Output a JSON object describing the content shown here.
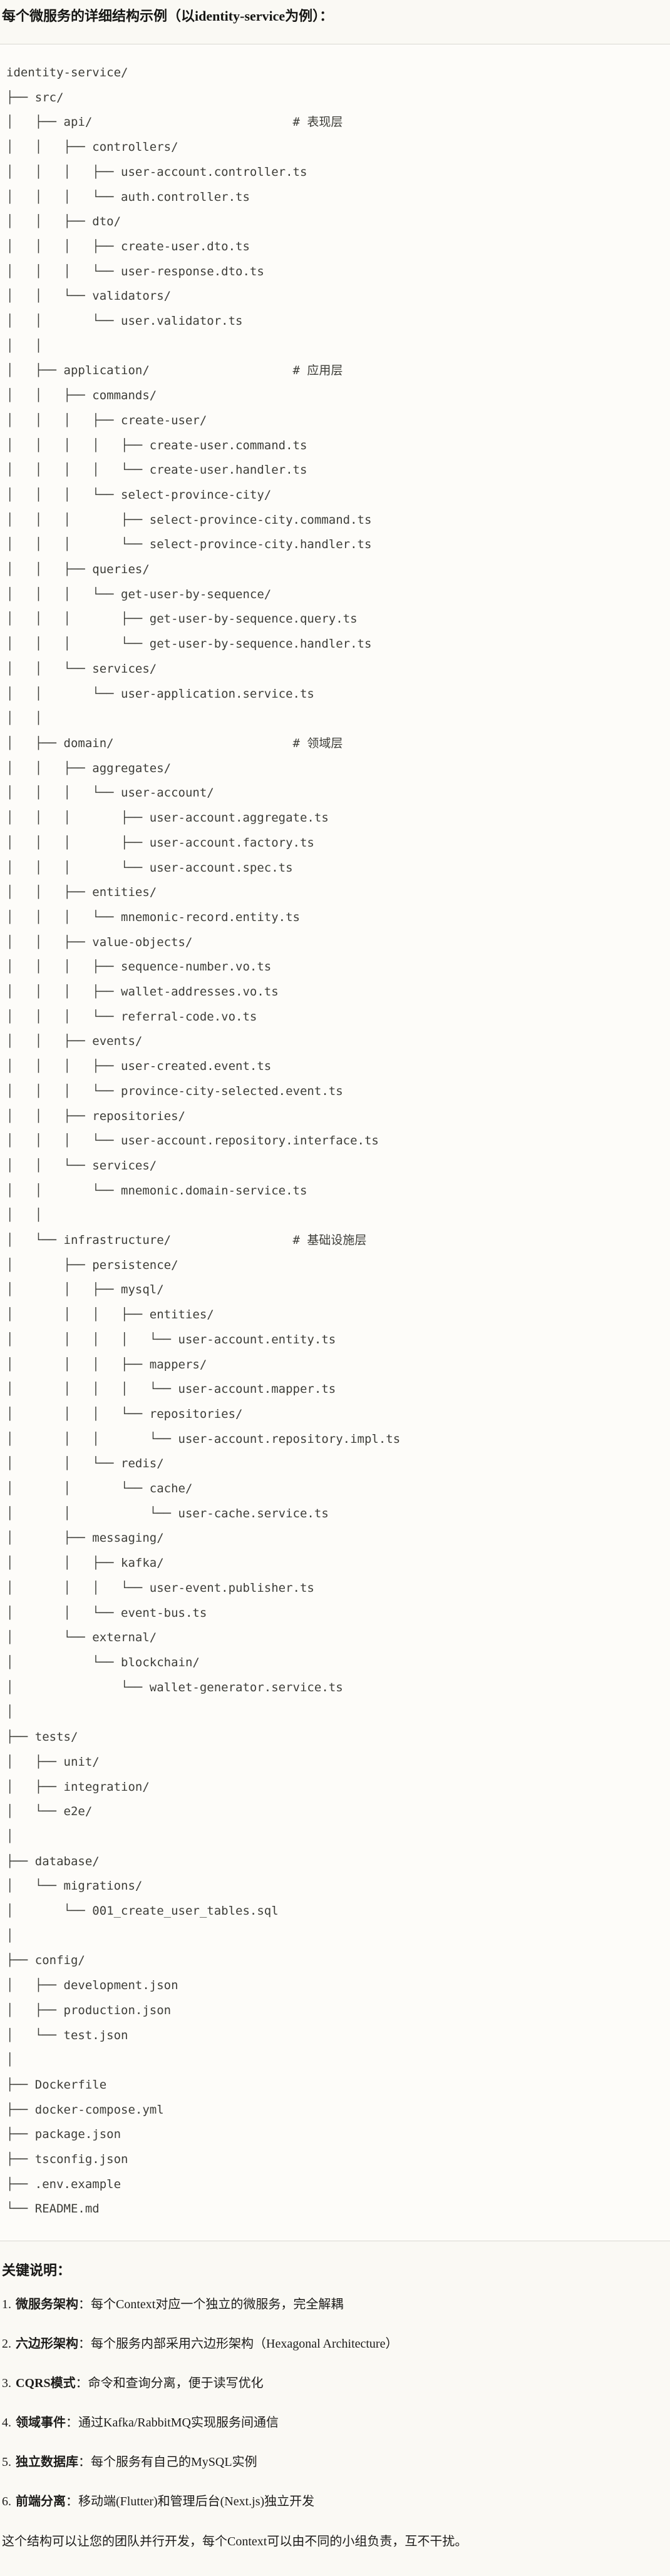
{
  "page": {
    "title": "每个微服务的详细结构示例（以identity-service为例）：",
    "notes_heading": "关键说明：",
    "closing": "这个结构可以让您的团队并行开发，每个Context可以由不同的小组负责，互不干扰。"
  },
  "tree": {
    "language": "plaintext",
    "lines": [
      "identity-service/",
      "├── src/",
      "│   ├── api/                            # 表现层",
      "│   │   ├── controllers/",
      "│   │   │   ├── user-account.controller.ts",
      "│   │   │   └── auth.controller.ts",
      "│   │   ├── dto/",
      "│   │   │   ├── create-user.dto.ts",
      "│   │   │   └── user-response.dto.ts",
      "│   │   └── validators/",
      "│   │       └── user.validator.ts",
      "│   │",
      "│   ├── application/                    # 应用层",
      "│   │   ├── commands/",
      "│   │   │   ├── create-user/",
      "│   │   │   │   ├── create-user.command.ts",
      "│   │   │   │   └── create-user.handler.ts",
      "│   │   │   └── select-province-city/",
      "│   │   │       ├── select-province-city.command.ts",
      "│   │   │       └── select-province-city.handler.ts",
      "│   │   ├── queries/",
      "│   │   │   └── get-user-by-sequence/",
      "│   │   │       ├── get-user-by-sequence.query.ts",
      "│   │   │       └── get-user-by-sequence.handler.ts",
      "│   │   └── services/",
      "│   │       └── user-application.service.ts",
      "│   │",
      "│   ├── domain/                         # 领域层",
      "│   │   ├── aggregates/",
      "│   │   │   └── user-account/",
      "│   │   │       ├── user-account.aggregate.ts",
      "│   │   │       ├── user-account.factory.ts",
      "│   │   │       └── user-account.spec.ts",
      "│   │   ├── entities/",
      "│   │   │   └── mnemonic-record.entity.ts",
      "│   │   ├── value-objects/",
      "│   │   │   ├── sequence-number.vo.ts",
      "│   │   │   ├── wallet-addresses.vo.ts",
      "│   │   │   └── referral-code.vo.ts",
      "│   │   ├── events/",
      "│   │   │   ├── user-created.event.ts",
      "│   │   │   └── province-city-selected.event.ts",
      "│   │   ├── repositories/",
      "│   │   │   └── user-account.repository.interface.ts",
      "│   │   └── services/",
      "│   │       └── mnemonic.domain-service.ts",
      "│   │",
      "│   └── infrastructure/                 # 基础设施层",
      "│       ├── persistence/",
      "│       │   ├── mysql/",
      "│       │   │   ├── entities/",
      "│       │   │   │   └── user-account.entity.ts",
      "│       │   │   ├── mappers/",
      "│       │   │   │   └── user-account.mapper.ts",
      "│       │   │   └── repositories/",
      "│       │   │       └── user-account.repository.impl.ts",
      "│       │   └── redis/",
      "│       │       └── cache/",
      "│       │           └── user-cache.service.ts",
      "│       ├── messaging/",
      "│       │   ├── kafka/",
      "│       │   │   └── user-event.publisher.ts",
      "│       │   └── event-bus.ts",
      "│       └── external/",
      "│           └── blockchain/",
      "│               └── wallet-generator.service.ts",
      "│",
      "├── tests/",
      "│   ├── unit/",
      "│   ├── integration/",
      "│   └── e2e/",
      "│",
      "├── database/",
      "│   └── migrations/",
      "│       └── 001_create_user_tables.sql",
      "│",
      "├── config/",
      "│   ├── development.json",
      "│   ├── production.json",
      "│   └── test.json",
      "│",
      "├── Dockerfile",
      "├── docker-compose.yml",
      "├── package.json",
      "├── tsconfig.json",
      "├── .env.example",
      "└── README.md"
    ]
  },
  "notes": {
    "items": [
      {
        "num": "1.",
        "label": "微服务架构",
        "sep": "：",
        "text": "每个Context对应一个独立的微服务，完全解耦"
      },
      {
        "num": "2.",
        "label": "六边形架构",
        "sep": "：",
        "text": "每个服务内部采用六边形架构（Hexagonal Architecture）"
      },
      {
        "num": "3.",
        "label": "CQRS模式",
        "sep": "：",
        "text": "命令和查询分离，便于读写优化"
      },
      {
        "num": "4.",
        "label": "领域事件",
        "sep": "：",
        "text": "通过Kafka/RabbitMQ实现服务间通信"
      },
      {
        "num": "5.",
        "label": "独立数据库",
        "sep": "：",
        "text": "每个服务有自己的MySQL实例"
      },
      {
        "num": "6.",
        "label": "前端分离",
        "sep": "：",
        "text": "移动端(Flutter)和管理后台(Next.js)独立开发"
      }
    ]
  },
  "colors": {
    "page_bg": "#faf9f4",
    "code_bg": "#fdfcf9",
    "border_color": "#d9d8d2",
    "code_text": "#3d3d38",
    "body_text": "#1d1c1a"
  }
}
